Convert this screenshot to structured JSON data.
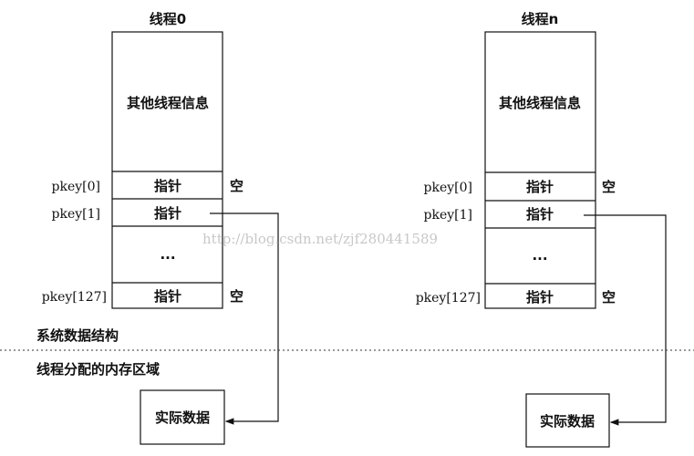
{
  "threads": [
    {
      "title": "线程0",
      "other_info": "其他线程信息",
      "rows": [
        {
          "key": "pkey[0]",
          "cell": "指针",
          "note": "空"
        },
        {
          "key": "pkey[1]",
          "cell": "指针",
          "note": ""
        },
        {
          "key": "",
          "cell": "···",
          "note": ""
        },
        {
          "key": "pkey[127]",
          "cell": "指针",
          "note": "空"
        }
      ],
      "data_box": "实际数据"
    },
    {
      "title": "线程n",
      "other_info": "其他线程信息",
      "rows": [
        {
          "key": "pkey[0]",
          "cell": "指针",
          "note": "空"
        },
        {
          "key": "pkey[1]",
          "cell": "指针",
          "note": ""
        },
        {
          "key": "",
          "cell": "···",
          "note": ""
        },
        {
          "key": "pkey[127]",
          "cell": "指针",
          "note": "空"
        }
      ],
      "data_box": "实际数据"
    }
  ],
  "regions": {
    "upper": "系统数据结构",
    "lower": "线程分配的内存区域"
  },
  "watermark": "http://blog.csdn.net/zjf280441589"
}
